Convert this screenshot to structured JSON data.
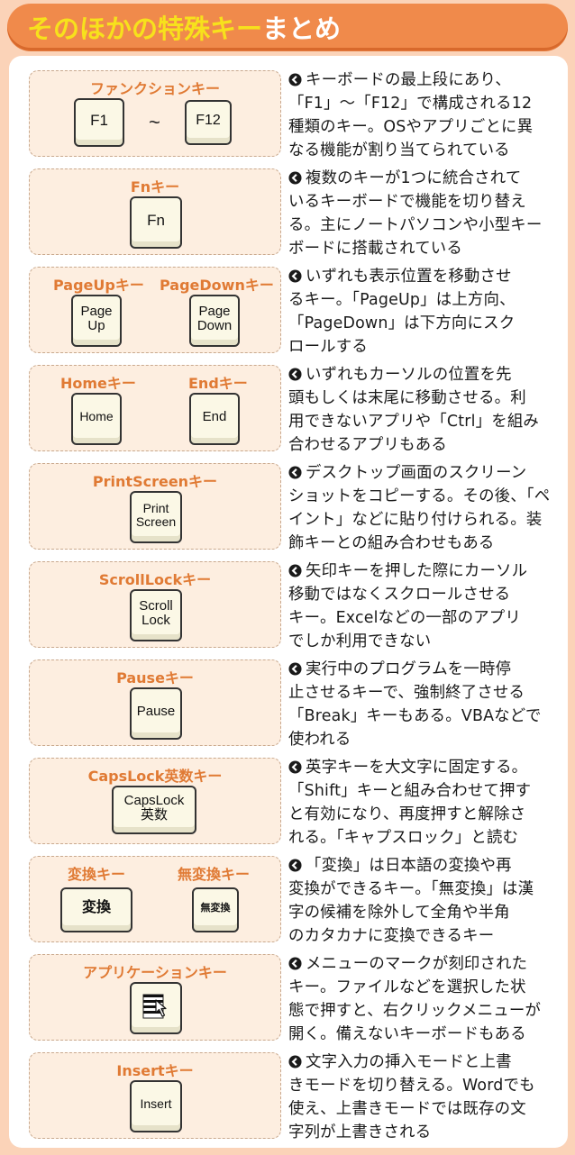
{
  "header": {
    "title_highlight": "そのほかの特殊キー",
    "title_rest": "まとめ"
  },
  "colors": {
    "background": "#fbd3b8",
    "header": "#f08a4b",
    "title_highlight": "#f7e11c",
    "key_label": "#e07a34",
    "keybox_bg": "#fdeee0"
  },
  "icons": {
    "bullet": "circle-arrow-left-icon",
    "app_key_glyph": "menu-cursor-icon"
  },
  "items": [
    {
      "labels": [
        "ファンクションキー"
      ],
      "keys": [
        "F1",
        "F12"
      ],
      "separator": "~",
      "desc": [
        "キーボードの最上段にあり、",
        "「F1」～「F12」で構成される12",
        "種類のキー。OSやアプリごとに異",
        "なる機能が割り当てられている"
      ]
    },
    {
      "labels": [
        "Fnキー"
      ],
      "keys": [
        "Fn"
      ],
      "desc": [
        "複数のキーが1つに統合されて",
        "いるキーボードで機能を切り替え",
        "る。主にノートパソコンや小型キー",
        "ボードに搭載されている"
      ]
    },
    {
      "labels": [
        "PageUpキー",
        "PageDownキー"
      ],
      "keys": [
        [
          "Page",
          "Up"
        ],
        [
          "Page",
          "Down"
        ]
      ],
      "desc": [
        "いずれも表示位置を移動させ",
        "るキー。「PageUp」は上方向、",
        "「PageDown」は下方向にスク",
        "ロールする"
      ]
    },
    {
      "labels": [
        "Homeキー",
        "Endキー"
      ],
      "keys": [
        "Home",
        "End"
      ],
      "desc": [
        "いずれもカーソルの位置を先",
        "頭もしくは末尾に移動させる。利",
        "用できないアプリや「Ctrl」を組み",
        "合わせるアプリもある"
      ]
    },
    {
      "labels": [
        "PrintScreenキー"
      ],
      "keys": [
        [
          "Print",
          "Screen"
        ]
      ],
      "desc": [
        "デスクトップ画面のスクリーン",
        "ショットをコピーする。その後、「ペ",
        "イント」などに貼り付けられる。装",
        "飾キーとの組み合わせもある"
      ]
    },
    {
      "labels": [
        "ScrollLockキー"
      ],
      "keys": [
        [
          "Scroll",
          "Lock"
        ]
      ],
      "desc": [
        "矢印キーを押した際にカーソル",
        "移動ではなくスクロールさせる",
        "キー。Excelなどの一部のアプリ",
        "でしか利用できない"
      ]
    },
    {
      "labels": [
        "Pauseキー"
      ],
      "keys": [
        "Pause"
      ],
      "desc": [
        "実行中のプログラムを一時停",
        "止させるキーで、強制終了させる",
        "「Break」キーもある。VBAなどで",
        "使われる"
      ]
    },
    {
      "labels": [
        "CapsLock英数キー"
      ],
      "keys": [
        [
          "CapsLock",
          "英数"
        ]
      ],
      "desc": [
        "英字キーを大文字に固定する。",
        "「Shift」キーと組み合わせて押す",
        "と有効になり、再度押すと解除さ",
        "れる。「キャプスロック」と読む"
      ]
    },
    {
      "labels": [
        "変換キー",
        "無変換キー"
      ],
      "keys": [
        "変換",
        "無変換"
      ],
      "desc": [
        "「変換」は日本語の変換や再",
        "変換ができるキー。「無変換」は漢",
        "字の候補を除外して全角や半角",
        "のカタカナに変換できるキー"
      ]
    },
    {
      "labels": [
        "アプリケーションキー"
      ],
      "keys": [
        ""
      ],
      "desc": [
        "メニューのマークが刻印された",
        "キー。ファイルなどを選択した状",
        "態で押すと、右クリックメニューが",
        "開く。備えないキーボードもある"
      ]
    },
    {
      "labels": [
        "Insertキー"
      ],
      "keys": [
        "Insert"
      ],
      "desc": [
        "文字入力の挿入モードと上書",
        "きモードを切り替える。Wordでも",
        "使え、上書きモードでは既存の文",
        "字列が上書きされる"
      ]
    }
  ]
}
